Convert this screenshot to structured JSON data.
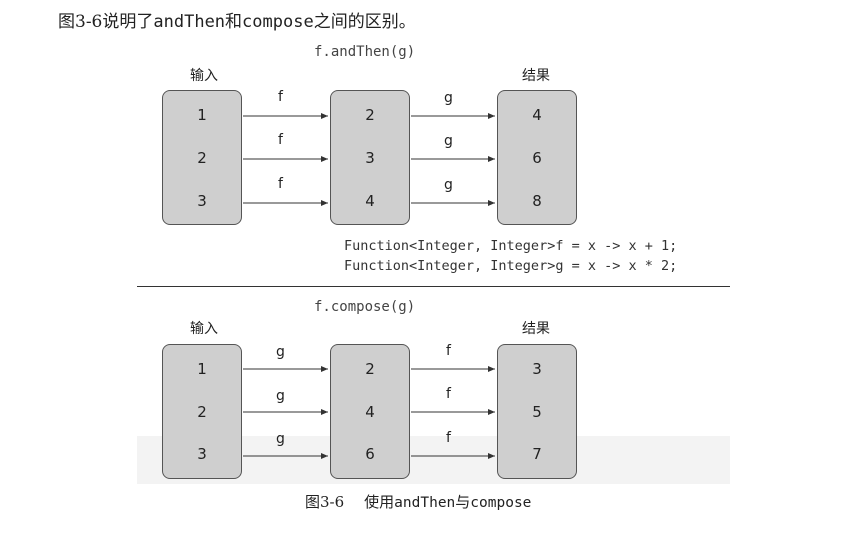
{
  "intro": {
    "prefix": "图3-6说明了",
    "code1": "andThen",
    "middle": "和",
    "code2": "compose",
    "suffix": "之间的区别。"
  },
  "top_panel": {
    "title": "f.andThen(g)",
    "input_label": "输入",
    "result_label": "结果",
    "input_values": [
      "1",
      "2",
      "3"
    ],
    "middle_values": [
      "2",
      "3",
      "4"
    ],
    "result_values": [
      "4",
      "6",
      "8"
    ],
    "first_fn": "f",
    "second_fn": "g"
  },
  "definitions": {
    "line1": "Function<Integer, Integer>f = x -> x + 1;",
    "line2": "Function<Integer, Integer>g = x -> x * 2;"
  },
  "bottom_panel": {
    "title": "f.compose(g)",
    "input_label": "输入",
    "result_label": "结果",
    "input_values": [
      "1",
      "2",
      "3"
    ],
    "middle_values": [
      "2",
      "4",
      "6"
    ],
    "result_values": [
      "3",
      "5",
      "7"
    ],
    "first_fn": "g",
    "second_fn": "f"
  },
  "caption": {
    "number": "图3-6",
    "text_prefix": "使用",
    "code1": "andThen",
    "middle": "与",
    "code2": "compose"
  }
}
